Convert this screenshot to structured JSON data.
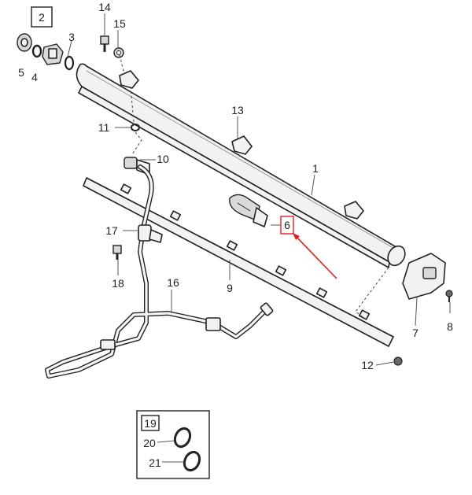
{
  "group_label": "2",
  "inset_label": "19",
  "callouts": {
    "c1": "1",
    "c3": "3",
    "c4": "4",
    "c5": "5",
    "c6": "6",
    "c7": "7",
    "c8": "8",
    "c9": "9",
    "c10": "10",
    "c11": "11",
    "c12": "12",
    "c13": "13",
    "c14": "14",
    "c15": "15",
    "c16": "16",
    "c17": "17",
    "c18": "18",
    "c20": "20",
    "c21": "21"
  },
  "highlight": {
    "part": "6",
    "color": "#e02020"
  }
}
